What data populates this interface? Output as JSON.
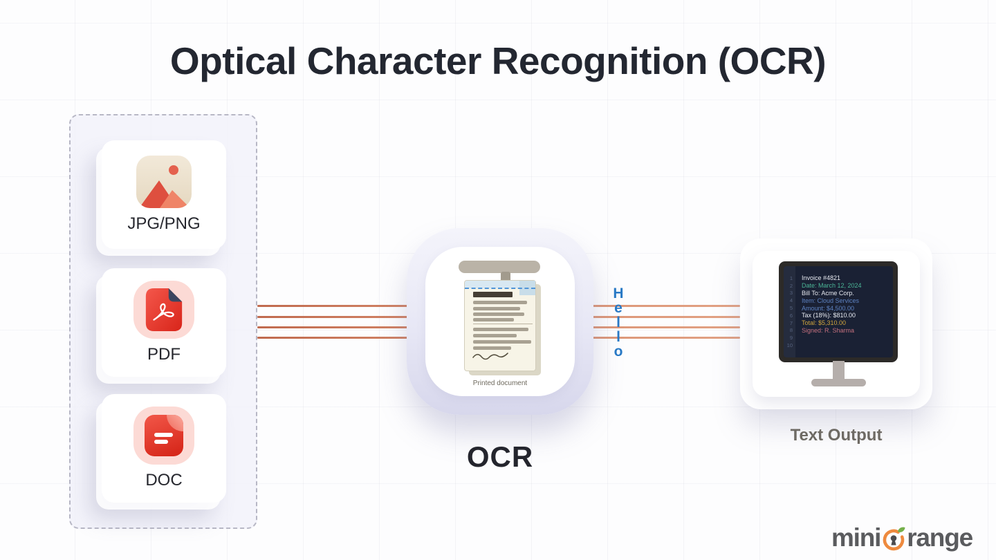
{
  "title": "Optical Character Recognition (OCR)",
  "input_panel": {
    "items": [
      {
        "label": "JPG/PNG",
        "icon": "image-file-icon"
      },
      {
        "label": "PDF",
        "icon": "pdf-file-icon"
      },
      {
        "label": "DOC",
        "icon": "doc-file-icon"
      }
    ]
  },
  "ocr_node": {
    "label": "OCR",
    "caption": "Printed document",
    "icon": "printed-document-illustration"
  },
  "flow_word": {
    "word": "Hello",
    "letters": [
      "H",
      "e",
      "l",
      "l",
      "o"
    ]
  },
  "output_node": {
    "label": "Text Output",
    "icon": "monitor-illustration",
    "screen": {
      "lines": [
        {
          "num": "1",
          "text": "Invoice #4821",
          "color": "#e6e9f0"
        },
        {
          "num": "2",
          "text": "Date: March 12, 2024",
          "color": "#4bb596"
        },
        {
          "num": "3",
          "text": "Bill To: Acme Corp.",
          "color": "#e6e9f0"
        },
        {
          "num": "4",
          "text": "Item: Cloud Services",
          "color": "#5d82c1"
        },
        {
          "num": "5",
          "text": "Amount: $4,500.00",
          "color": "#5d82c1"
        },
        {
          "num": "6",
          "text": "Tax (18%): $810.00",
          "color": "#e6e9f0"
        },
        {
          "num": "7",
          "text": "Total: $5,310.00",
          "color": "#cfa43d"
        },
        {
          "num": "8",
          "text": "Signed: R. Sharma",
          "color": "#c4707e"
        },
        {
          "num": "9",
          "text": "",
          "color": "#e6e9f0"
        },
        {
          "num": "10",
          "text": "",
          "color": "#e6e9f0"
        }
      ]
    }
  },
  "branding": {
    "prefix": "mini",
    "suffix": "range"
  },
  "colors": {
    "flow_line_orange": "#cd7a5d",
    "hello_blue": "#2879c5",
    "title_dark": "#232731",
    "brand_orange": "#ee8a3e",
    "brand_leaf_green": "#74b04a",
    "screen_background": "#1a2134"
  }
}
